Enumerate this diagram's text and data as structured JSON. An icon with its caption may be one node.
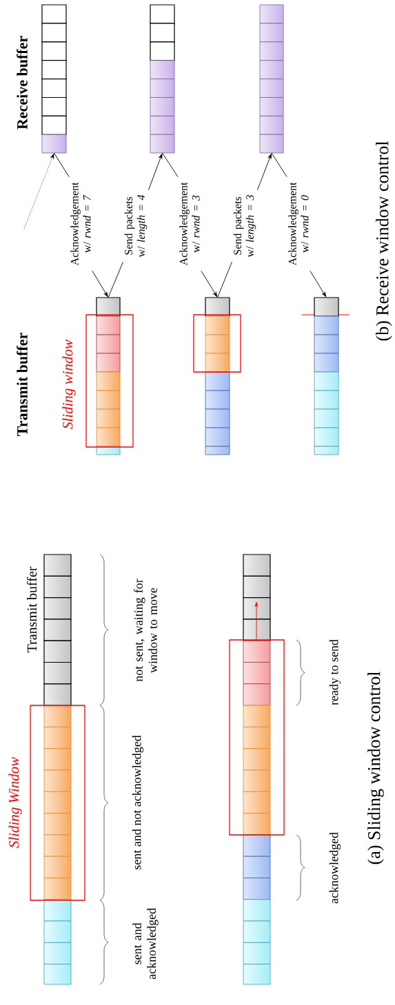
{
  "diagram": {
    "nodes": [
      {
        "text": [],
        "shape": "bar"
      },
      {
        "text": [],
        "shape": "bar"
      },
      {
        "text": [],
        "shape": "bar"
      },
      {
        "text": [],
        "shape": "bar"
      },
      {
        "text": [],
        "shape": "bar"
      },
      {
        "text": [],
        "shape": "bar"
      },
      {
        "text": [
          "Acknowledgement w/ *rwnd = 7*"
        ]
      },
      {
        "text": [
          "Send packets w/ *length = 4*"
        ]
      },
      {
        "text": [
          "Acknowledgement w/ *rwnd = 3*"
        ]
      },
      {
        "text": [
          "Send packets w/ *length = 3*"
        ]
      },
      {
        "text": [
          "Acknowledgement w/ *rwnd = 0*"
        ]
      },
      {
        "text": [],
        "shape": "bar",
        "beside": [
          "Transmit buffer"
        ]
      },
      {
        "text": [],
        "shape": "bar"
      },
      {
        "text": [],
        "shape": "box",
        "beside": [
          "Sliding window"
        ]
      },
      {
        "text": [],
        "shape": "box"
      },
      {
        "text": [],
        "shape": "box",
        "beside": [
          "Sliding Window"
        ]
      },
      {
        "text": [],
        "shape": "box"
      }
    ],
    "edges": [
      {
        "from": null,
        "to": 3,
        "arrow": "to",
        "style": "dashed"
      },
      {
        "from": 3,
        "to": 6,
        "arrow": "none"
      },
      {
        "from": 6,
        "to": 0,
        "arrow": "to"
      },
      {
        "from": 0,
        "to": 7,
        "arrow": "none"
      },
      {
        "from": 7,
        "to": 4,
        "arrow": "to"
      },
      {
        "from": 4,
        "to": 8,
        "arrow": "none"
      },
      {
        "from": 8,
        "to": 1,
        "arrow": "to"
      },
      {
        "from": 1,
        "to": 9,
        "arrow": "none"
      },
      {
        "from": 9,
        "to": 5,
        "arrow": "to"
      },
      {
        "from": 5,
        "to": 10,
        "arrow": "none"
      },
      {
        "from": 10,
        "to": 2,
        "arrow": "to"
      },
      {
        "from": 16,
        "to": 12,
        "arrow": "to",
        "color": "#ff0000"
      }
    ],
    "labels": [
      "Receive buffer",
      "Transmit buffer",
      "(b) Receive window control",
      "not sent, waiting for window to move",
      "sent and not acknowledged",
      "sent and acknowledged",
      "ready to send",
      "acknowledged",
      "(a) Sliding window control"
    ]
  }
}
